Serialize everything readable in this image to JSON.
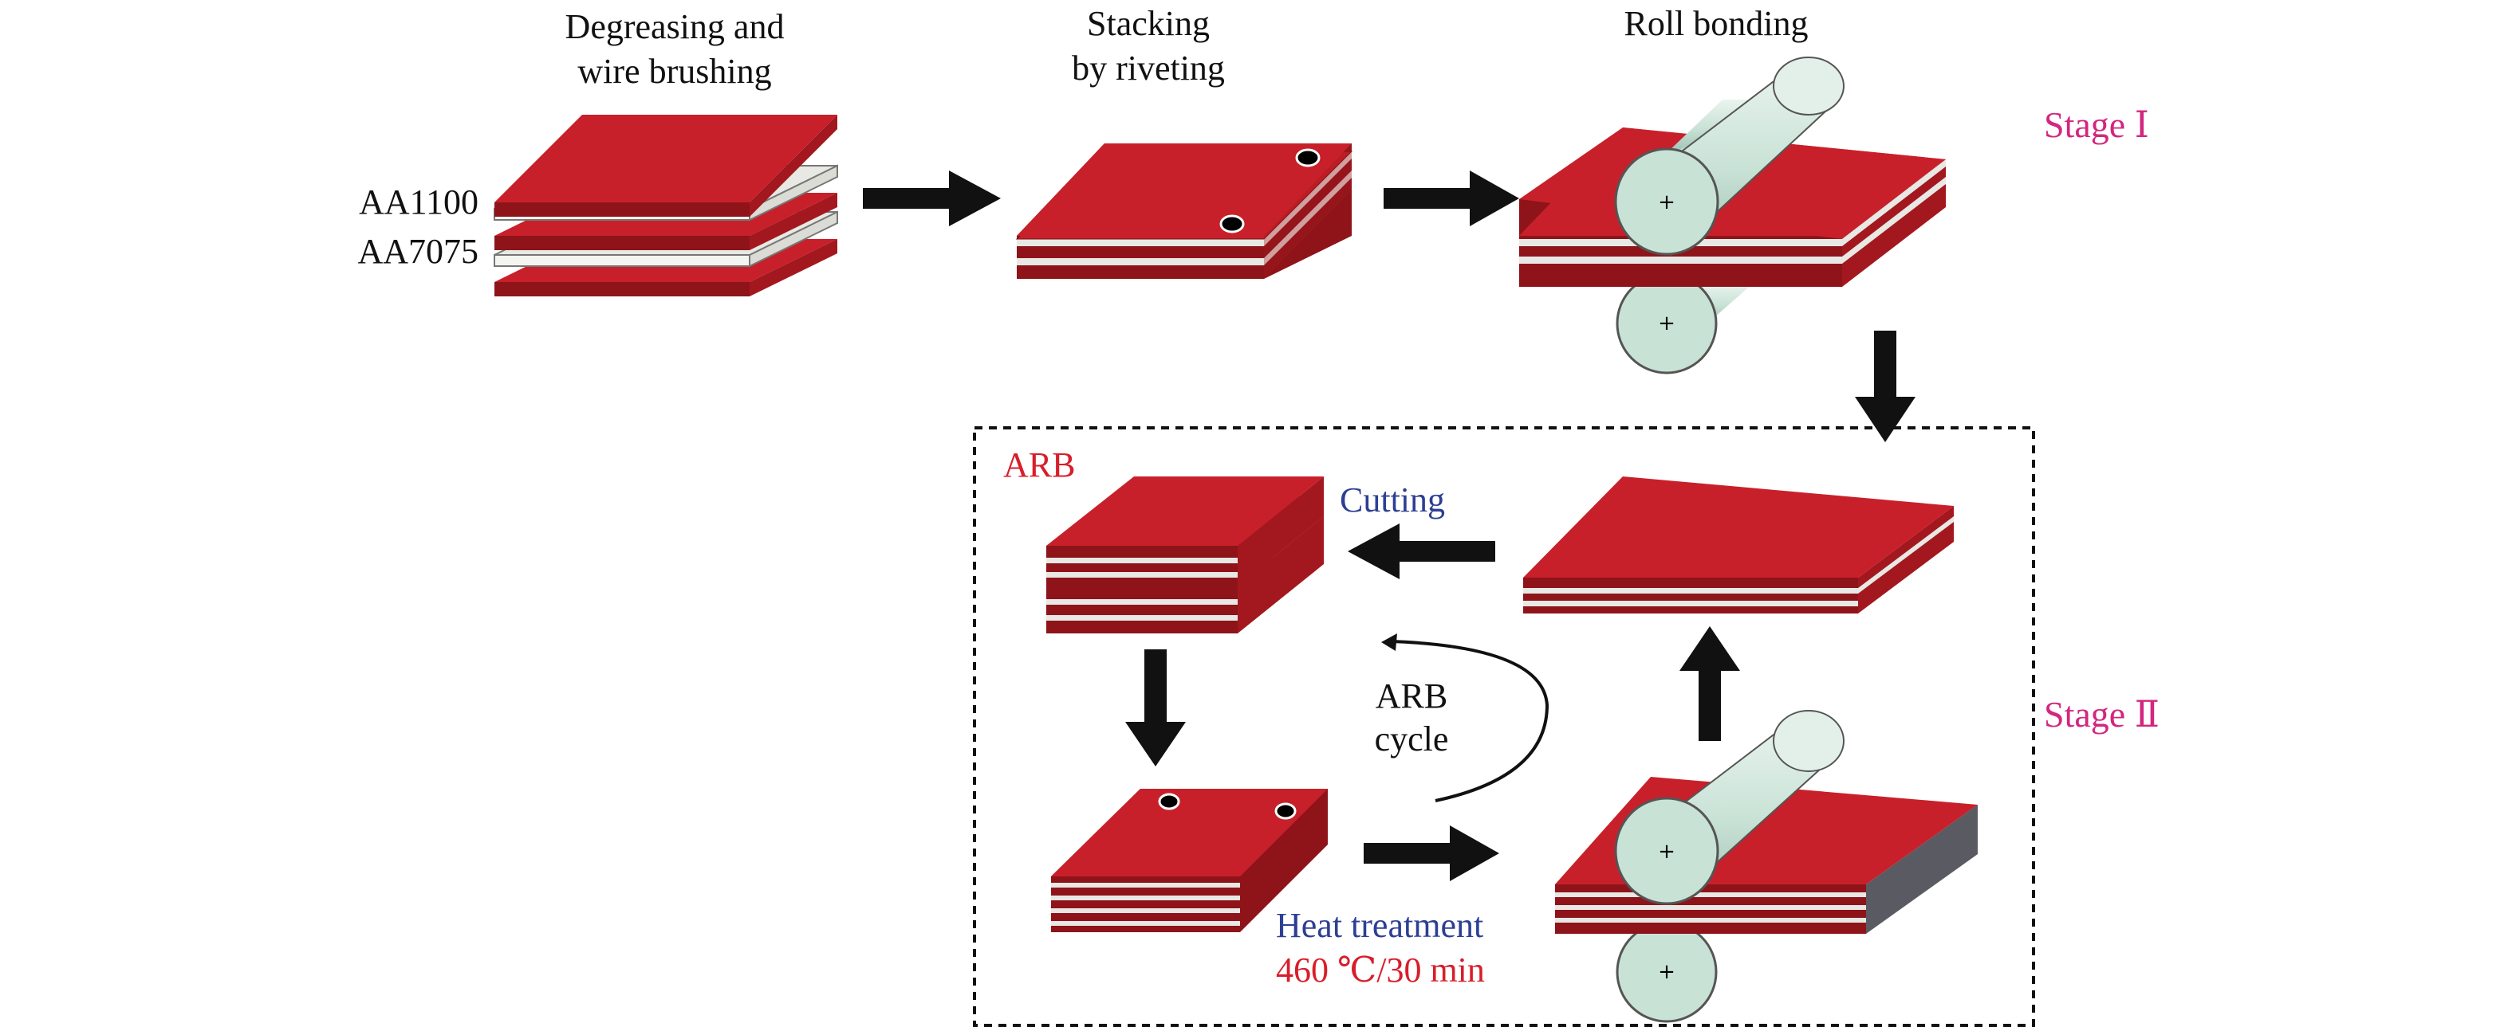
{
  "steps": {
    "degrease_line1": "Degreasing and",
    "degrease_line2": "wire brushing",
    "stack_line1": "Stacking",
    "stack_line2": "by riveting",
    "roll": "Roll bonding"
  },
  "materials": {
    "aa1100": "AA1100",
    "aa7075": "AA7075"
  },
  "stages": {
    "stage1": "Stage Ⅰ",
    "stage2": "Stage Ⅱ"
  },
  "cycle": {
    "arb": "ARB",
    "cutting": "Cutting",
    "loop_line1": "ARB",
    "loop_line2": "cycle",
    "heat": "Heat treatment",
    "heat_condition": "460 ℃/30 min"
  },
  "colors": {
    "sheet_red": "#c8202a",
    "sheet_red_dark": "#8e1419",
    "sheet_white": "#e8e8e4",
    "roller": "#c9e2d6",
    "roller_dark": "#8fb5a4",
    "stage_label": "#d4267e",
    "blue_label": "#2d3f94",
    "red_label": "#d81e2a",
    "arrow": "#111111"
  }
}
